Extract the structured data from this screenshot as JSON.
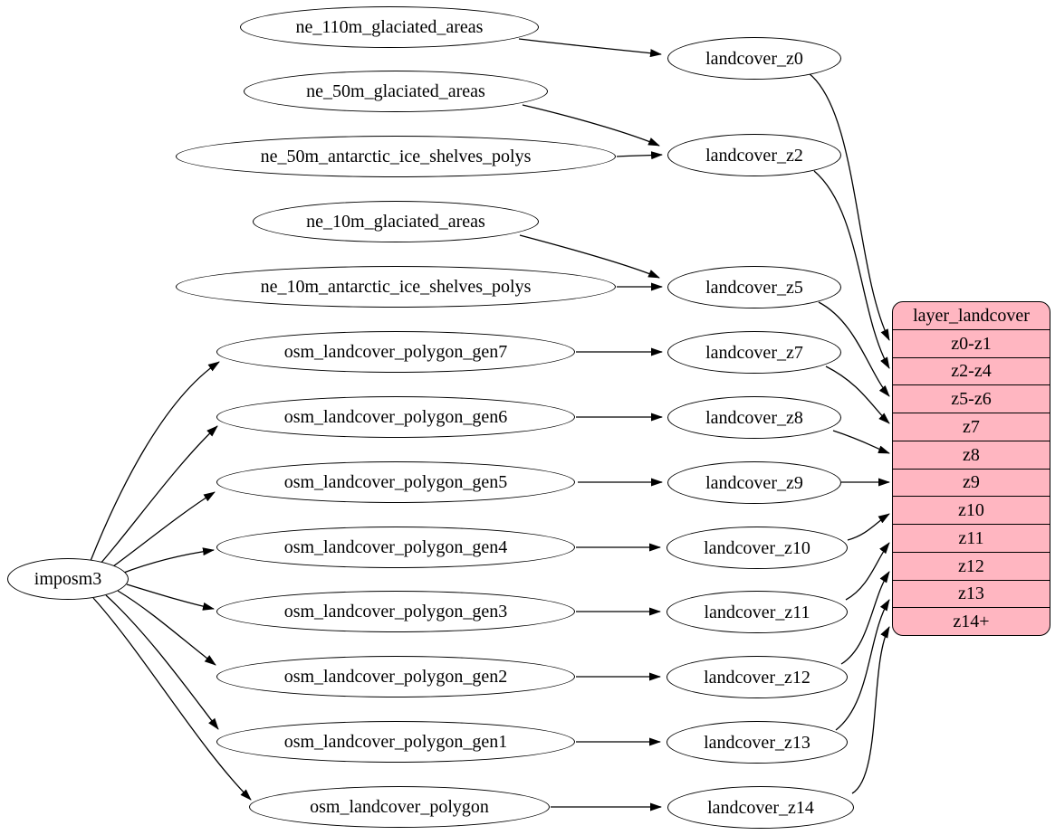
{
  "colors": {
    "background": "#ffffff",
    "node_fill": "#ffffff",
    "node_stroke": "#000000",
    "edge": "#000000",
    "record_fill": "#ffb6c1"
  },
  "nodes": {
    "imposm3": {
      "label": "imposm3"
    },
    "sources": [
      {
        "id": "ne_110m_glaciated_areas",
        "label": "ne_110m_glaciated_areas"
      },
      {
        "id": "ne_50m_glaciated_areas",
        "label": "ne_50m_glaciated_areas"
      },
      {
        "id": "ne_50m_antarctic_ice_shelves_polys",
        "label": "ne_50m_antarctic_ice_shelves_polys"
      },
      {
        "id": "ne_10m_glaciated_areas",
        "label": "ne_10m_glaciated_areas"
      },
      {
        "id": "ne_10m_antarctic_ice_shelves_polys",
        "label": "ne_10m_antarctic_ice_shelves_polys"
      },
      {
        "id": "osm_landcover_polygon_gen7",
        "label": "osm_landcover_polygon_gen7"
      },
      {
        "id": "osm_landcover_polygon_gen6",
        "label": "osm_landcover_polygon_gen6"
      },
      {
        "id": "osm_landcover_polygon_gen5",
        "label": "osm_landcover_polygon_gen5"
      },
      {
        "id": "osm_landcover_polygon_gen4",
        "label": "osm_landcover_polygon_gen4"
      },
      {
        "id": "osm_landcover_polygon_gen3",
        "label": "osm_landcover_polygon_gen3"
      },
      {
        "id": "osm_landcover_polygon_gen2",
        "label": "osm_landcover_polygon_gen2"
      },
      {
        "id": "osm_landcover_polygon_gen1",
        "label": "osm_landcover_polygon_gen1"
      },
      {
        "id": "osm_landcover_polygon",
        "label": "osm_landcover_polygon"
      }
    ],
    "generalized": [
      {
        "id": "landcover_z0",
        "label": "landcover_z0"
      },
      {
        "id": "landcover_z2",
        "label": "landcover_z2"
      },
      {
        "id": "landcover_z5",
        "label": "landcover_z5"
      },
      {
        "id": "landcover_z7",
        "label": "landcover_z7"
      },
      {
        "id": "landcover_z8",
        "label": "landcover_z8"
      },
      {
        "id": "landcover_z9",
        "label": "landcover_z9"
      },
      {
        "id": "landcover_z10",
        "label": "landcover_z10"
      },
      {
        "id": "landcover_z11",
        "label": "landcover_z11"
      },
      {
        "id": "landcover_z12",
        "label": "landcover_z12"
      },
      {
        "id": "landcover_z13",
        "label": "landcover_z13"
      },
      {
        "id": "landcover_z14",
        "label": "landcover_z14"
      }
    ],
    "record": {
      "title": "layer_landcover",
      "rows": [
        "z0-z1",
        "z2-z4",
        "z5-z6",
        "z7",
        "z8",
        "z9",
        "z10",
        "z11",
        "z12",
        "z13",
        "z14+"
      ]
    }
  },
  "edges": [
    {
      "from": "ne_110m_glaciated_areas",
      "to": "landcover_z0"
    },
    {
      "from": "ne_50m_glaciated_areas",
      "to": "landcover_z2"
    },
    {
      "from": "ne_50m_antarctic_ice_shelves_polys",
      "to": "landcover_z2"
    },
    {
      "from": "ne_10m_glaciated_areas",
      "to": "landcover_z5"
    },
    {
      "from": "ne_10m_antarctic_ice_shelves_polys",
      "to": "landcover_z5"
    },
    {
      "from": "imposm3",
      "to": "osm_landcover_polygon_gen7"
    },
    {
      "from": "imposm3",
      "to": "osm_landcover_polygon_gen6"
    },
    {
      "from": "imposm3",
      "to": "osm_landcover_polygon_gen5"
    },
    {
      "from": "imposm3",
      "to": "osm_landcover_polygon_gen4"
    },
    {
      "from": "imposm3",
      "to": "osm_landcover_polygon_gen3"
    },
    {
      "from": "imposm3",
      "to": "osm_landcover_polygon_gen2"
    },
    {
      "from": "imposm3",
      "to": "osm_landcover_polygon_gen1"
    },
    {
      "from": "imposm3",
      "to": "osm_landcover_polygon"
    },
    {
      "from": "osm_landcover_polygon_gen7",
      "to": "landcover_z7"
    },
    {
      "from": "osm_landcover_polygon_gen6",
      "to": "landcover_z8"
    },
    {
      "from": "osm_landcover_polygon_gen5",
      "to": "landcover_z9"
    },
    {
      "from": "osm_landcover_polygon_gen4",
      "to": "landcover_z10"
    },
    {
      "from": "osm_landcover_polygon_gen3",
      "to": "landcover_z11"
    },
    {
      "from": "osm_landcover_polygon_gen2",
      "to": "landcover_z12"
    },
    {
      "from": "osm_landcover_polygon_gen1",
      "to": "landcover_z13"
    },
    {
      "from": "osm_landcover_polygon",
      "to": "landcover_z14"
    },
    {
      "from": "landcover_z0",
      "to": "layer_landcover",
      "row": "z0-z1"
    },
    {
      "from": "landcover_z2",
      "to": "layer_landcover",
      "row": "z2-z4"
    },
    {
      "from": "landcover_z5",
      "to": "layer_landcover",
      "row": "z5-z6"
    },
    {
      "from": "landcover_z7",
      "to": "layer_landcover",
      "row": "z7"
    },
    {
      "from": "landcover_z8",
      "to": "layer_landcover",
      "row": "z8"
    },
    {
      "from": "landcover_z9",
      "to": "layer_landcover",
      "row": "z9"
    },
    {
      "from": "landcover_z10",
      "to": "layer_landcover",
      "row": "z10"
    },
    {
      "from": "landcover_z11",
      "to": "layer_landcover",
      "row": "z11"
    },
    {
      "from": "landcover_z12",
      "to": "layer_landcover",
      "row": "z12"
    },
    {
      "from": "landcover_z13",
      "to": "layer_landcover",
      "row": "z13"
    },
    {
      "from": "landcover_z14",
      "to": "layer_landcover",
      "row": "z14+"
    }
  ]
}
